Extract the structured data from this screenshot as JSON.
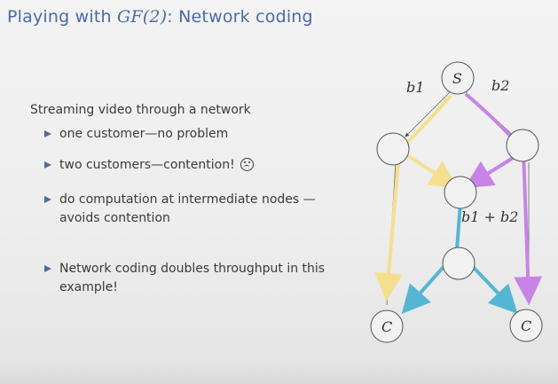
{
  "slide": {
    "title_prefix": "Playing with ",
    "title_math": "GF(2)",
    "title_suffix": ": Network coding",
    "intro": "Streaming video through a network",
    "bullets": [
      "one customer—no problem",
      "two customers—contention!",
      "do computation at intermediate nodes —",
      "avoids contention",
      "Network coding doubles throughput in this",
      "example!"
    ]
  },
  "network": {
    "source_label": "S",
    "edge_label_left": "b1",
    "edge_label_right": "b2",
    "coded_label": "b1 + b2",
    "sink_left_label": "C",
    "sink_right_label": "C",
    "colors": {
      "b1": "#f3df8e",
      "b2": "#c784e6",
      "coded": "#54b6d2"
    }
  }
}
